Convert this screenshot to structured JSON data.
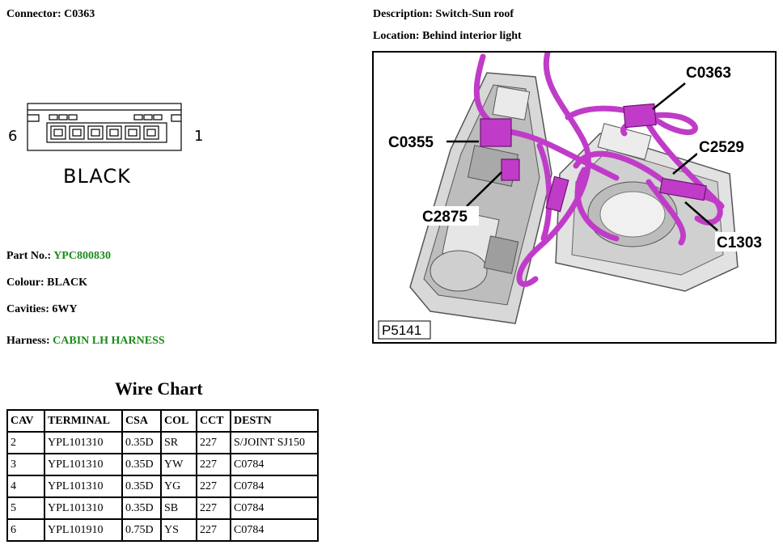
{
  "connector": {
    "label": "Connector:",
    "value": "C0363",
    "pin_left": "6",
    "pin_right": "1",
    "color_text": "BLACK"
  },
  "description": {
    "label": "Description:",
    "value": "Switch-Sun roof"
  },
  "location": {
    "label": "Location:",
    "value": "Behind interior light"
  },
  "part_no": {
    "label": "Part No.:",
    "value": "YPC800830"
  },
  "colour": {
    "label": "Colour:",
    "value": "BLACK"
  },
  "cavities": {
    "label": "Cavities:",
    "value": "6WY"
  },
  "harness": {
    "label": "Harness:",
    "value": "CABIN LH HARNESS"
  },
  "wire_chart": {
    "title": "Wire Chart",
    "headers": [
      "CAV",
      "TERMINAL",
      "CSA",
      "COL",
      "CCT",
      "DESTN"
    ],
    "rows": [
      [
        "2",
        "YPL101310",
        "0.35D",
        "SR",
        "227",
        "S/JOINT SJ150"
      ],
      [
        "3",
        "YPL101310",
        "0.35D",
        "YW",
        "227",
        "C0784"
      ],
      [
        "4",
        "YPL101310",
        "0.35D",
        "YG",
        "227",
        "C0784"
      ],
      [
        "5",
        "YPL101310",
        "0.35D",
        "SB",
        "227",
        "C0784"
      ],
      [
        "6",
        "YPL101910",
        "0.75D",
        "YS",
        "227",
        "C0784"
      ]
    ]
  },
  "photo": {
    "callouts": [
      "C0363",
      "C0355",
      "C2529",
      "C2875",
      "C1303"
    ],
    "figure_id": "P5141"
  },
  "colors": {
    "accent_green": "#1a8c1a",
    "harness_magenta": "#c03cc8"
  }
}
